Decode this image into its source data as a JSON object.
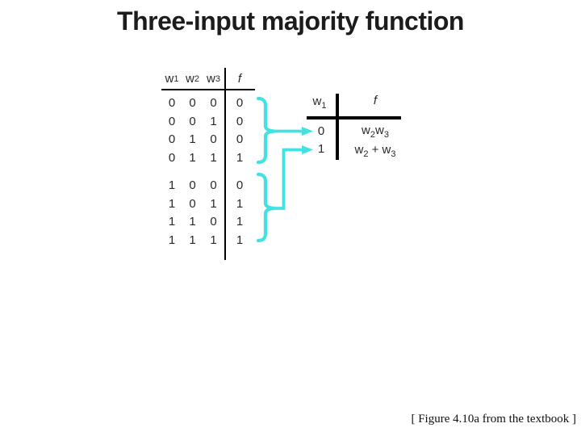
{
  "title": "Three-input majority function",
  "caption": "[ Figure 4.10a from the textbook ]",
  "colors": {
    "accent_cyan": "#42E2E2",
    "line_black": "#000000",
    "title_text": "#1c1c1c"
  },
  "truth_table": {
    "headers": [
      {
        "base": "w",
        "sub": "1"
      },
      {
        "base": "w",
        "sub": "2"
      },
      {
        "base": "w",
        "sub": "3"
      }
    ],
    "f_header": "f",
    "rows": [
      {
        "w1": "0",
        "w2": "0",
        "w3": "0",
        "f": "0"
      },
      {
        "w1": "0",
        "w2": "0",
        "w3": "1",
        "f": "0"
      },
      {
        "w1": "0",
        "w2": "1",
        "w3": "0",
        "f": "0"
      },
      {
        "w1": "0",
        "w2": "1",
        "w3": "1",
        "f": "1"
      },
      {
        "w1": "1",
        "w2": "0",
        "w3": "0",
        "f": "0"
      },
      {
        "w1": "1",
        "w2": "0",
        "w3": "1",
        "f": "1"
      },
      {
        "w1": "1",
        "w2": "1",
        "w3": "0",
        "f": "1"
      },
      {
        "w1": "1",
        "w2": "1",
        "w3": "1",
        "f": "1"
      }
    ]
  },
  "small_table": {
    "header": {
      "w_base": "w",
      "w_sub": "1",
      "f": "f"
    },
    "rows": [
      {
        "w1": "0",
        "expr_b1": "w",
        "expr_s1": "2",
        "expr_mid": "",
        "expr_b2": "w",
        "expr_s2": "3"
      },
      {
        "w1": "1",
        "expr_b1": "w",
        "expr_s1": "2",
        "expr_mid": " + ",
        "expr_b2": "w",
        "expr_s2": "3"
      }
    ]
  }
}
